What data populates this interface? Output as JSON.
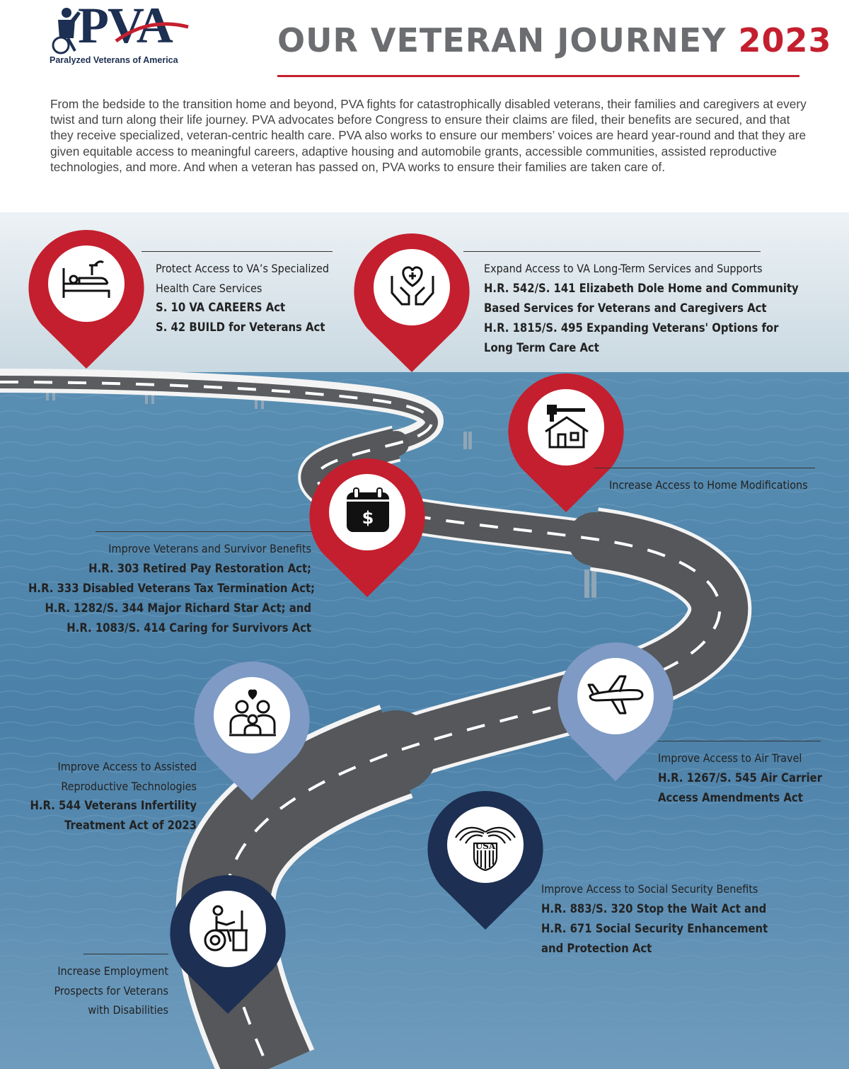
{
  "header": {
    "logo_text": "PVA",
    "logo_subtitle": "Paralyzed Veterans of America",
    "title_main": "OUR VETERAN JOURNEY",
    "title_year": "2023"
  },
  "intro": "From the bedside to the transition home and beyond, PVA fights for catastrophically disabled veterans, their families and caregivers at every twist and turn along their life journey. PVA advocates before Congress to ensure their claims are filed, their benefits are secured, and that they receive specialized, veteran-centric health care. PVA also works to ensure our members’ voices are heard year-round and that they are given equitable access to meaningful careers, adaptive housing and automobile grants, accessible communities, assisted reproductive technologies, and more. And when a veteran has passed on, PVA works to ensure their families are taken care of.",
  "stops": {
    "health_care": {
      "icon": "hospital-bed-icon",
      "heading": [
        "Protect Access to VA’s Specialized",
        "Health Care Services"
      ],
      "bills": [
        "S. 10 VA CAREERS Act",
        "S. 42 BUILD for Veterans Act"
      ]
    },
    "long_term": {
      "icon": "caring-hands-icon",
      "heading": [
        "Expand Access to VA Long-Term Services and Supports"
      ],
      "bills": [
        "H.R. 542/S. 141 Elizabeth Dole Home and Community",
        "Based Services for Veterans and Caregivers Act",
        "H.R. 1815/S. 495 Expanding Veterans' Options for",
        "Long Term Care Act"
      ]
    },
    "home_mod": {
      "icon": "house-hammer-icon",
      "heading": [
        "Increase Access to Home Modifications"
      ]
    },
    "benefits": {
      "icon": "calendar-dollar-icon",
      "heading": [
        "Improve Veterans and Survivor Benefits"
      ],
      "bills": [
        "H.R. 303 Retired Pay Restoration Act;",
        "H.R. 333 Disabled Veterans Tax Termination Act;",
        "H.R. 1282/S. 344 Major Richard Star Act; and",
        "H.R. 1083/S. 414 Caring for Survivors Act"
      ]
    },
    "reproductive": {
      "icon": "family-heart-icon",
      "heading": [
        "Improve Access to Assisted",
        "Reproductive Technologies"
      ],
      "bills": [
        "H.R. 544 Veterans Infertility",
        "Treatment Act of 2023"
      ]
    },
    "air_travel": {
      "icon": "airplane-icon",
      "heading": [
        "Improve Access to Air Travel"
      ],
      "bills": [
        "H.R. 1267/S. 545 Air Carrier",
        "Access Amendments Act"
      ]
    },
    "social_security": {
      "icon": "usa-eagle-icon",
      "icon_text": "USA",
      "heading": [
        "Improve Access to Social Security Benefits"
      ],
      "bills": [
        "H.R. 883/S. 320 Stop the Wait Act and",
        "H.R. 671 Social Security Enhancement",
        "and Protection Act"
      ]
    },
    "employment": {
      "icon": "wheelchair-desk-icon",
      "heading": [
        "Increase Employment",
        "Prospects for Veterans",
        "with Disabilities"
      ]
    }
  },
  "colors": {
    "red": "#c41f2e",
    "navy": "#1d2f52",
    "light_blue": "#7f9ac4",
    "water": "#4a82a8",
    "road": "#55575a"
  }
}
